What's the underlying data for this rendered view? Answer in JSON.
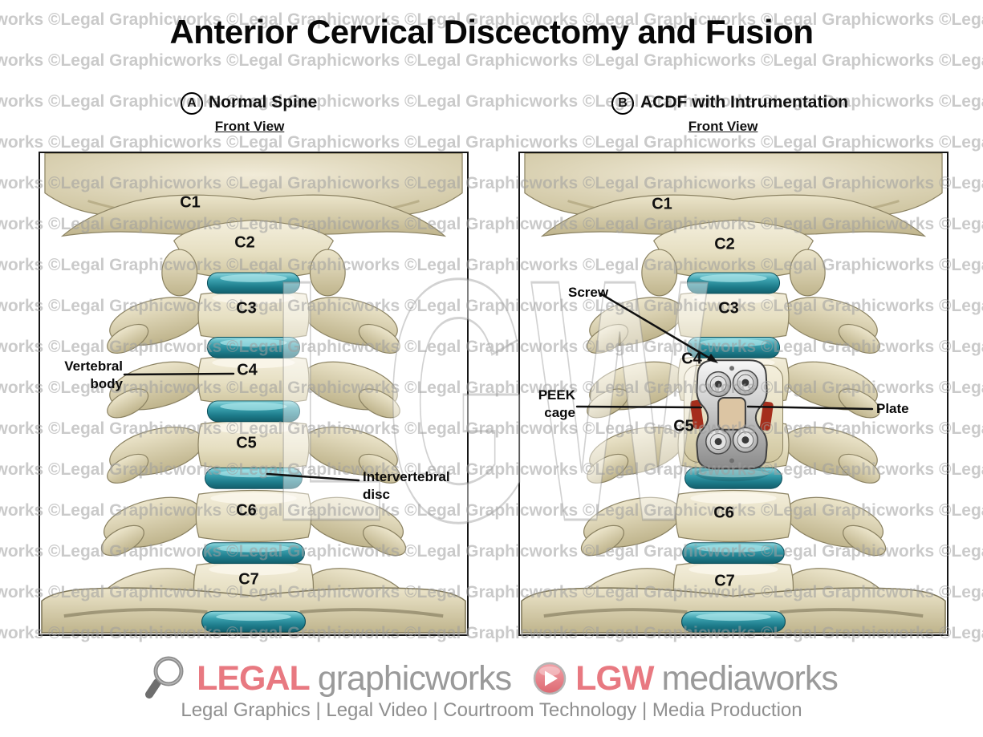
{
  "title": "Anterior Cervical Discectomy and Fusion",
  "watermark": {
    "tile_text": "©Legal Graphicworks",
    "big_text": "LGW",
    "tile_color": "#9e9e9e"
  },
  "panels": {
    "a": {
      "badge": "A",
      "heading": "Normal Spine",
      "subheading": "Front View",
      "vertebrae": [
        "C1",
        "C2",
        "C3",
        "C4",
        "C5",
        "C6",
        "C7"
      ],
      "labels": {
        "vertebral_body": [
          "Vertebral",
          "body"
        ],
        "intervertebral_disc": [
          "Intervertebral",
          "disc"
        ]
      }
    },
    "b": {
      "badge": "B",
      "heading": "ACDF with Intrumentation",
      "subheading": "Front View",
      "vertebrae": [
        "C1",
        "C2",
        "C3",
        "C4",
        "C5",
        "C6",
        "C7"
      ],
      "labels": {
        "screw": "Screw",
        "peek_cage": [
          "PEEK",
          "cage"
        ],
        "plate": "Plate"
      }
    }
  },
  "illustration": {
    "disc_color": "#2e97a7",
    "bone_color": "#e6dfc2",
    "plate_metal_color": "#bfbfbf",
    "cage_color": "#dcc5a3",
    "disc_material_color": "#a52e1c"
  },
  "footer": {
    "icons": [
      "magnifier-icon",
      "play-icon"
    ],
    "brand1_bold": "LEGAL",
    "brand1_rest": "graphicworks",
    "brand2_bold": "LGW",
    "brand2_rest": "mediaworks",
    "accent_color": "#e87981",
    "text_color": "#9a9a9a",
    "tagline": "Legal Graphics | Legal Video | Courtroom Technology | Media Production"
  }
}
